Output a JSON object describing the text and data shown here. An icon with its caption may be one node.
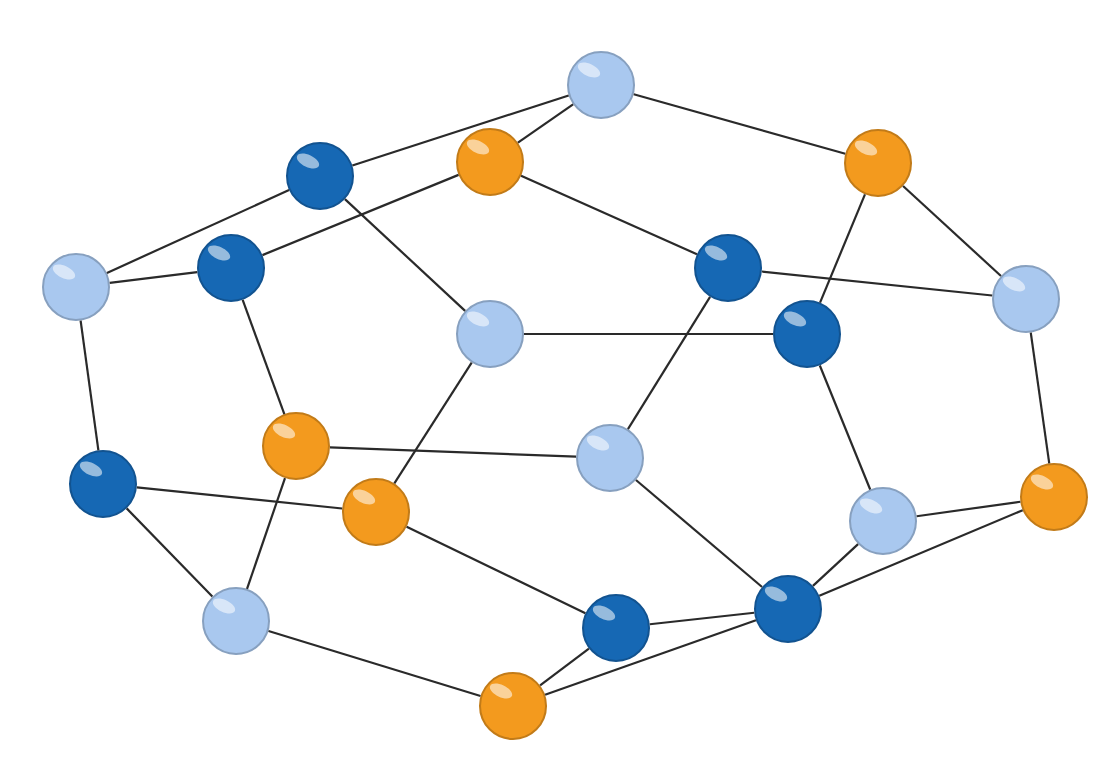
{
  "diagram": {
    "nodes": [
      {
        "text": [],
        "shape": "circle"
      },
      {
        "text": [],
        "shape": "circle"
      },
      {
        "text": [],
        "shape": "circle"
      },
      {
        "text": [],
        "shape": "circle"
      },
      {
        "text": [],
        "shape": "circle"
      },
      {
        "text": [],
        "shape": "circle"
      },
      {
        "text": [],
        "shape": "circle"
      },
      {
        "text": [],
        "shape": "circle"
      },
      {
        "text": [],
        "shape": "circle"
      },
      {
        "text": [],
        "shape": "circle"
      },
      {
        "text": [],
        "shape": "circle"
      },
      {
        "text": [],
        "shape": "circle"
      },
      {
        "text": [],
        "shape": "circle"
      },
      {
        "text": [],
        "shape": "circle"
      },
      {
        "text": [],
        "shape": "circle"
      },
      {
        "text": [],
        "shape": "circle"
      },
      {
        "text": [],
        "shape": "circle"
      },
      {
        "text": [],
        "shape": "circle"
      },
      {
        "text": [],
        "shape": "circle"
      },
      {
        "text": [],
        "shape": "circle"
      }
    ],
    "edges": [
      {
        "from": 0,
        "to": 1,
        "arrow": "none"
      },
      {
        "from": 0,
        "to": 2,
        "arrow": "none"
      },
      {
        "from": 0,
        "to": 3,
        "arrow": "none"
      },
      {
        "from": 1,
        "to": 4,
        "arrow": "none"
      },
      {
        "from": 1,
        "to": 8,
        "arrow": "none"
      },
      {
        "from": 2,
        "to": 5,
        "arrow": "none"
      },
      {
        "from": 2,
        "to": 6,
        "arrow": "none"
      },
      {
        "from": 3,
        "to": 9,
        "arrow": "none"
      },
      {
        "from": 3,
        "to": 7,
        "arrow": "none"
      },
      {
        "from": 4,
        "to": 5,
        "arrow": "none"
      },
      {
        "from": 4,
        "to": 12,
        "arrow": "none"
      },
      {
        "from": 5,
        "to": 10,
        "arrow": "none"
      },
      {
        "from": 6,
        "to": 7,
        "arrow": "none"
      },
      {
        "from": 6,
        "to": 11,
        "arrow": "none"
      },
      {
        "from": 8,
        "to": 9,
        "arrow": "none"
      },
      {
        "from": 8,
        "to": 13,
        "arrow": "none"
      },
      {
        "from": 10,
        "to": 11,
        "arrow": "none"
      },
      {
        "from": 10,
        "to": 16,
        "arrow": "none"
      },
      {
        "from": 12,
        "to": 13,
        "arrow": "none"
      },
      {
        "from": 12,
        "to": 16,
        "arrow": "none"
      },
      {
        "from": 13,
        "to": 17,
        "arrow": "none"
      },
      {
        "from": 11,
        "to": 18,
        "arrow": "none"
      },
      {
        "from": 9,
        "to": 15,
        "arrow": "none"
      },
      {
        "from": 7,
        "to": 14,
        "arrow": "none"
      },
      {
        "from": 15,
        "to": 14,
        "arrow": "none"
      },
      {
        "from": 18,
        "to": 15,
        "arrow": "none"
      },
      {
        "from": 18,
        "to": 14,
        "arrow": "none"
      },
      {
        "from": 17,
        "to": 18,
        "arrow": "none"
      },
      {
        "from": 19,
        "to": 18,
        "arrow": "none"
      },
      {
        "from": 17,
        "to": 19,
        "arrow": "none"
      },
      {
        "from": 16,
        "to": 19,
        "arrow": "none"
      }
    ]
  }
}
